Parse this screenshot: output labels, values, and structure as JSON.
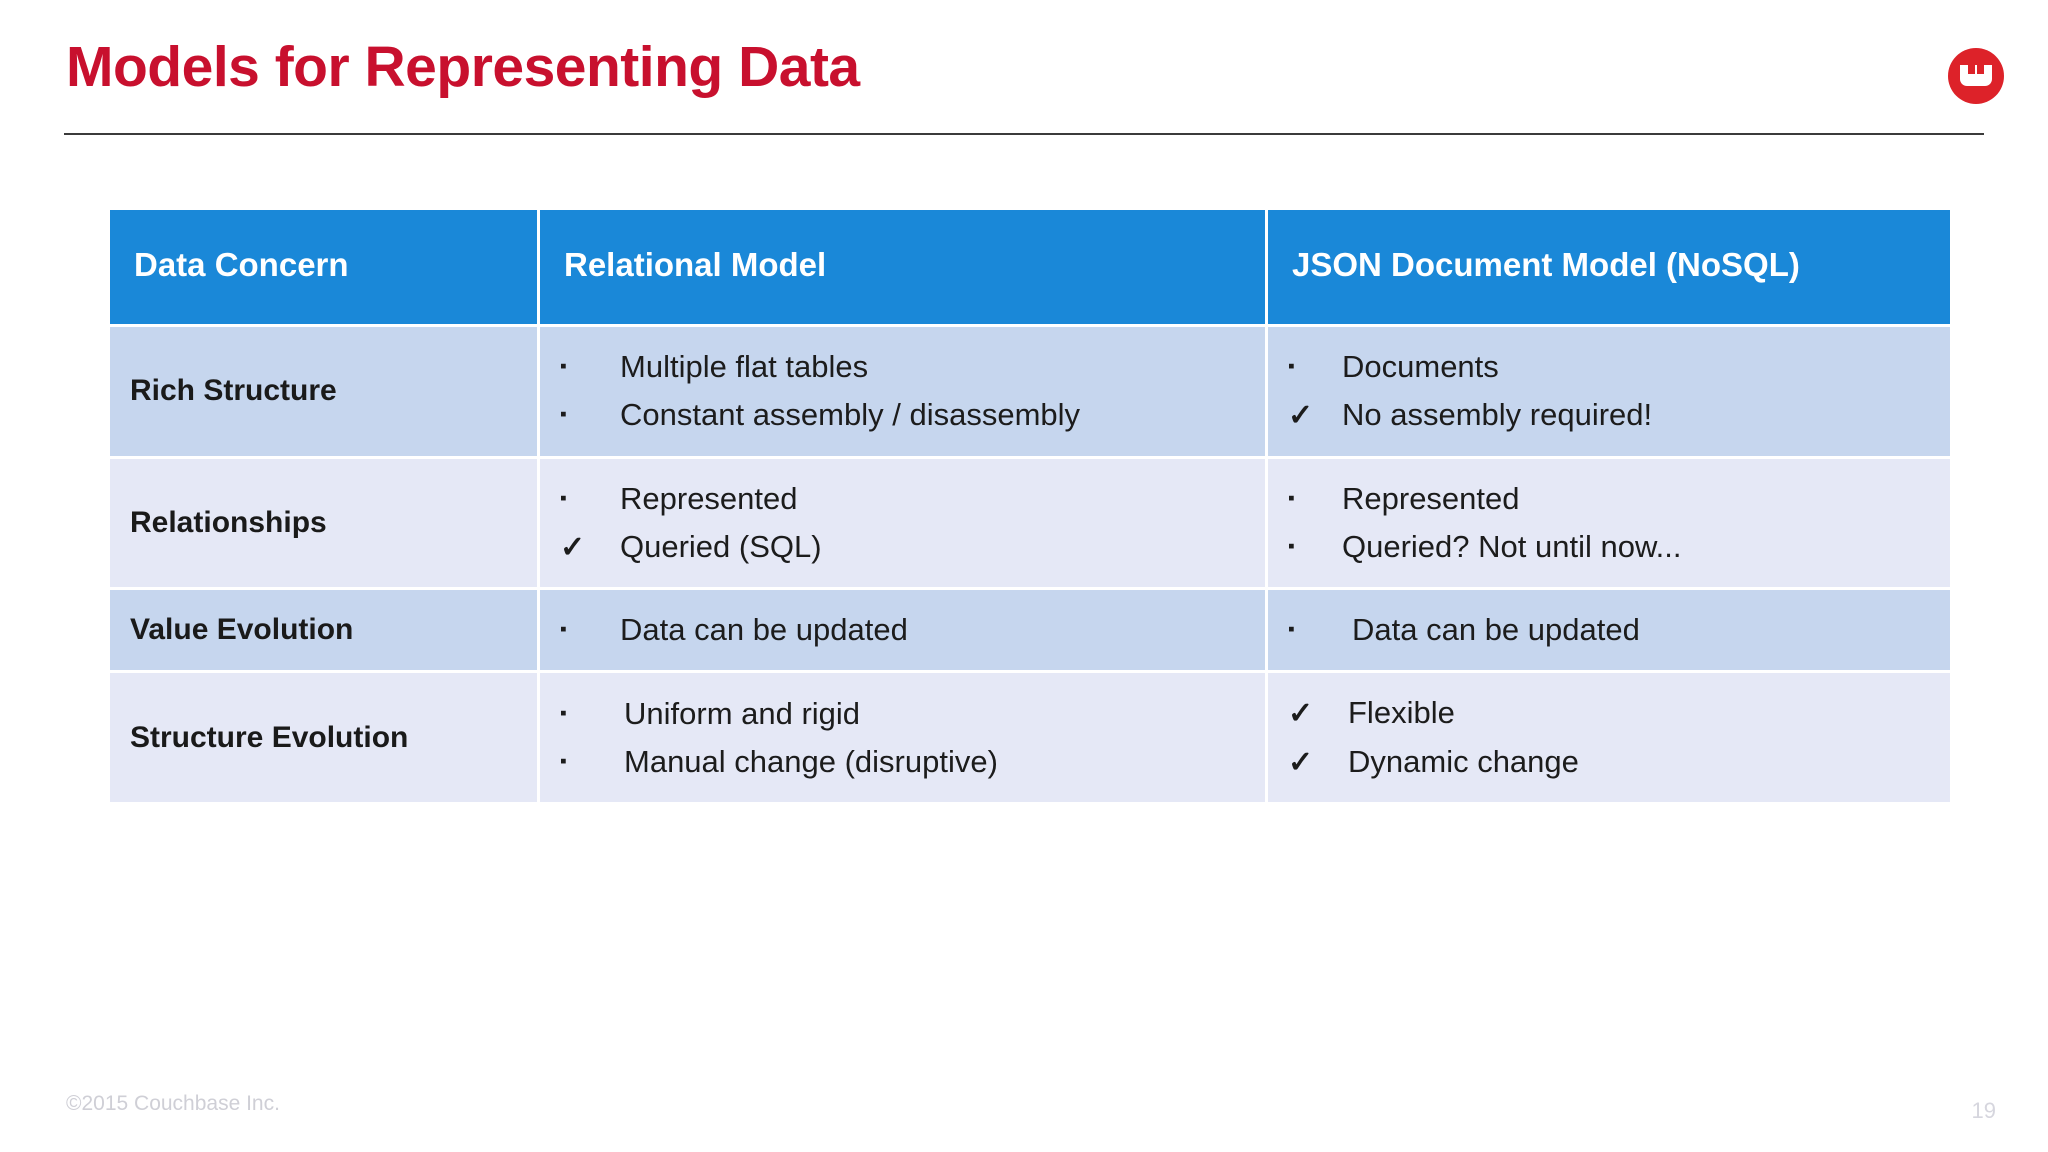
{
  "slide": {
    "title": "Models for Representing Data",
    "brand_color": "#c8102e",
    "header_color": "#1a88d8",
    "row_shade_a": "#c6d6ee",
    "row_shade_b": "#e5e8f6",
    "logo_name": "couchbase-logo"
  },
  "table": {
    "headers": [
      "Data Concern",
      "Relational Model",
      "JSON Document Model (NoSQL)"
    ],
    "rows": [
      {
        "concern": "Rich Structure",
        "relational": [
          {
            "marker": "square",
            "text": "Multiple flat tables"
          },
          {
            "marker": "square",
            "text": "Constant assembly / disassembly"
          }
        ],
        "json": [
          {
            "marker": "square",
            "text": "Documents"
          },
          {
            "marker": "check",
            "text": "No assembly required!"
          }
        ]
      },
      {
        "concern": "Relationships",
        "relational": [
          {
            "marker": "square",
            "text": "Represented"
          },
          {
            "marker": "check",
            "text": "Queried (SQL)"
          }
        ],
        "json": [
          {
            "marker": "square",
            "text": "Represented"
          },
          {
            "marker": "square",
            "text": "Queried? Not until now..."
          }
        ]
      },
      {
        "concern": "Value Evolution",
        "relational": [
          {
            "marker": "square",
            "text": "Data can be updated"
          }
        ],
        "json": [
          {
            "marker": "square",
            "text": "Data can be updated"
          }
        ]
      },
      {
        "concern": "Structure Evolution",
        "relational": [
          {
            "marker": "square",
            "text": "Uniform and rigid"
          },
          {
            "marker": "square",
            "text": "Manual change (disruptive)"
          }
        ],
        "json": [
          {
            "marker": "check",
            "text": "Flexible"
          },
          {
            "marker": "check",
            "text": "Dynamic change"
          }
        ]
      }
    ]
  },
  "footer": {
    "copyright": "©2015 Couchbase Inc.",
    "page_number": "19"
  },
  "markers": {
    "square": "▪",
    "check": "✓"
  }
}
